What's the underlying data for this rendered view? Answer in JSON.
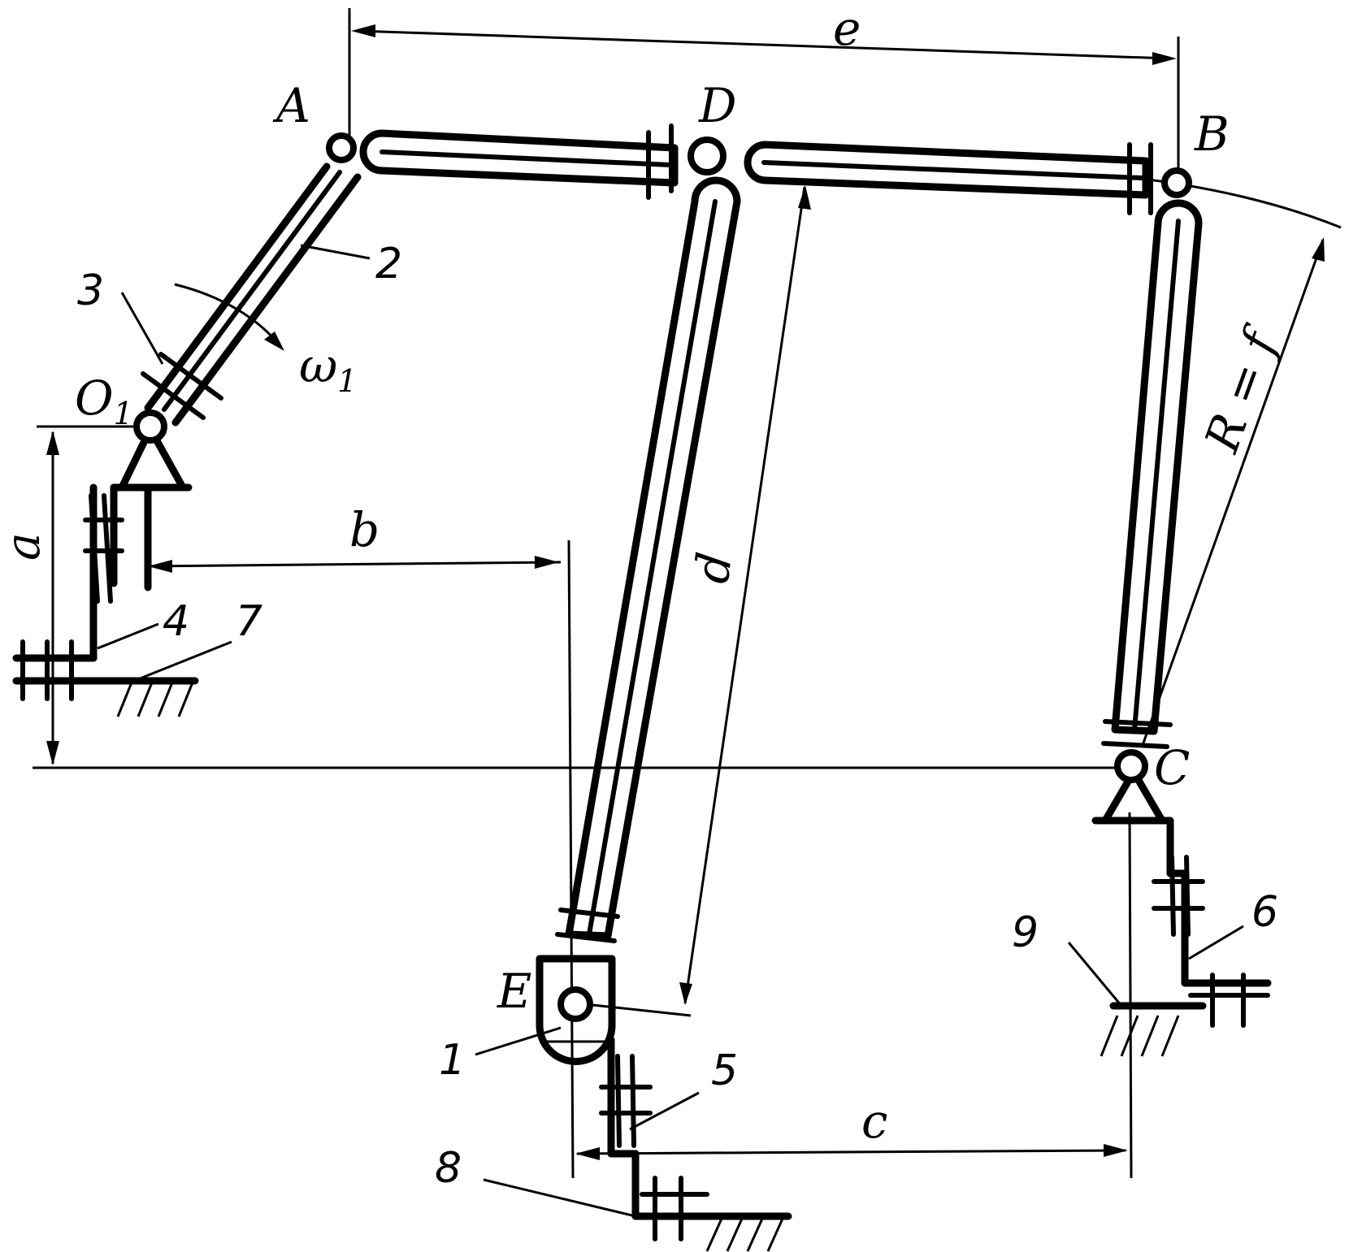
{
  "points": {
    "A": "A",
    "B": "B",
    "C": "C",
    "D": "D",
    "E": "E",
    "O1_main": "O",
    "O1_sub": "1"
  },
  "dimensions": {
    "a": "a",
    "b": "b",
    "c": "c",
    "d": "d",
    "e": "e",
    "R": "R = f"
  },
  "angular_velocity": {
    "main": "ω",
    "sub": "1"
  },
  "link_numbers": [
    "1",
    "2",
    "3",
    "4",
    "5",
    "6",
    "7",
    "8",
    "9"
  ]
}
